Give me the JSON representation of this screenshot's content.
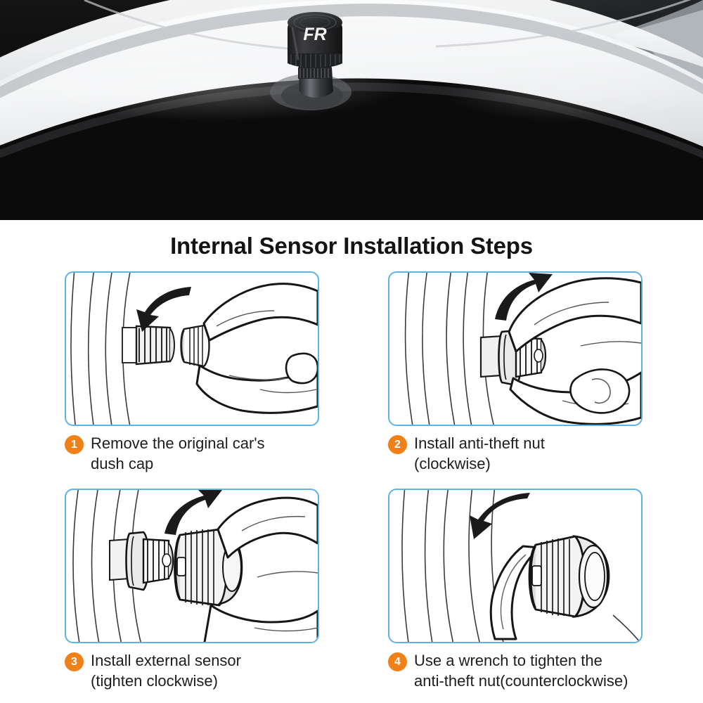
{
  "photo": {
    "alt_description": "Close-up photo of a white alloy car wheel rim with black tire and an external TPMS sensor cap installed on the valve stem",
    "sensor_cap_label": "FR",
    "colors": {
      "tire_black": "#090909",
      "rim_white": "#f2f3f4",
      "rim_shadow": "#b9bcc0",
      "hub_dark": "#2b2d30",
      "sensor_body": "#2a2a2c"
    }
  },
  "section": {
    "title": "Internal Sensor Installation Steps",
    "panel_border_color": "#5cb3e4",
    "badge_color": "#f08018",
    "text_color": "#1d1d1d"
  },
  "steps": [
    {
      "number": "1",
      "caption": "Remove the original car's\ndush cap",
      "illustration": "hand-removing-dust-cap",
      "arrow_direction": "down-left"
    },
    {
      "number": "2",
      "caption": "Install anti-theft nut\n(clockwise)",
      "illustration": "hand-installing-anti-theft-nut",
      "arrow_direction": "up-right"
    },
    {
      "number": "3",
      "caption": "Install external sensor\n(tighten clockwise)",
      "illustration": "hand-installing-external-sensor",
      "arrow_direction": "up-right"
    },
    {
      "number": "4",
      "caption": "Use a wrench to tighten the\nanti-theft nut(counterclockwise)",
      "illustration": "wrench-tightening-sensor",
      "arrow_direction": "down-left"
    }
  ]
}
